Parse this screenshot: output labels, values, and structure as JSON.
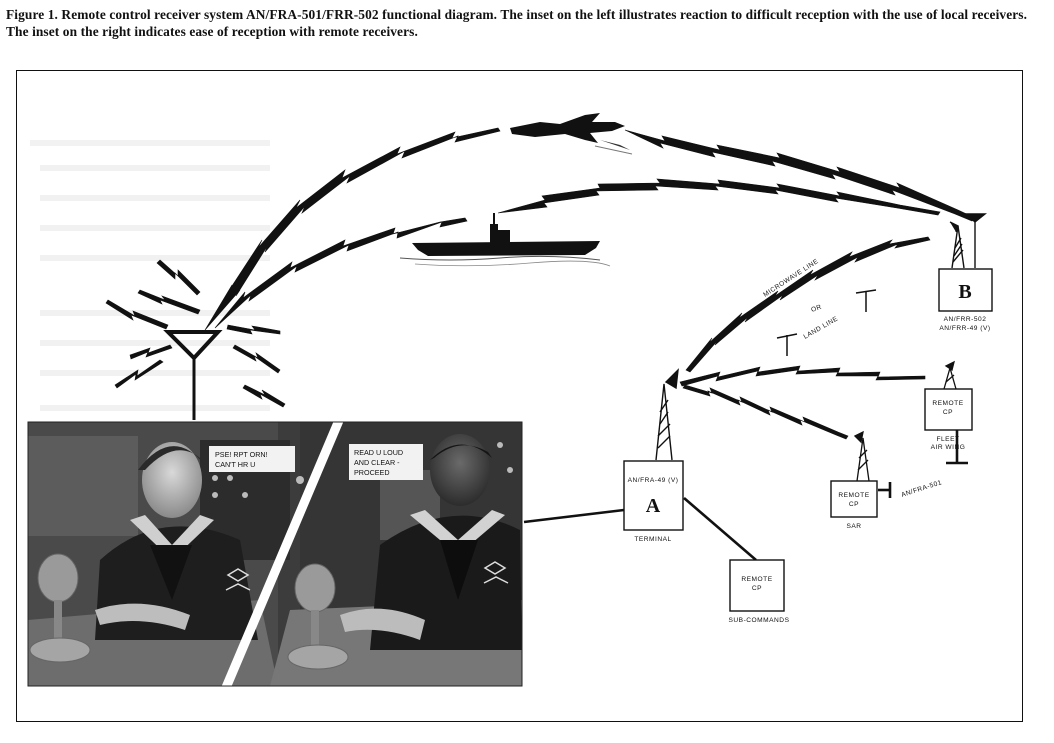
{
  "figure": {
    "caption": "Figure 1. Remote control receiver system AN/FRA-501/FRR-502 functional diagram. The inset on the left illustrates reaction to difficult reception with the use of local receivers. The inset on the right indicates ease of reception with remote receivers."
  },
  "diagram": {
    "station_a": {
      "letter": "A",
      "model": "AN/FRA-49 (V)",
      "caption": "TERMINAL"
    },
    "station_b": {
      "letter": "B",
      "model_line1": "AN/FRR-502",
      "model_line2": "AN/FRR-49 (V)"
    },
    "link_labels": {
      "microwave": "MICROWAVE LINE",
      "or": "OR",
      "land": "LAND LINE"
    },
    "cp_fleet": {
      "line1": "REMOTE",
      "line2": "CP",
      "caption_line1": "FLEET",
      "caption_line2": "AIR WING"
    },
    "cp_sar": {
      "line1": "REMOTE",
      "line2": "CP",
      "caption": "SAR",
      "link_label": "AN/FRA-501"
    },
    "cp_sub": {
      "line1": "REMOTE",
      "line2": "CP",
      "caption": "SUB-COMMANDS"
    }
  },
  "photo": {
    "left_card": {
      "line1": "PSE! RPT ORN!",
      "line2": "CAN'T HR U"
    },
    "right_card": {
      "line1": "READ U LOUD",
      "line2": "AND CLEAR -",
      "line3": "PROCEED"
    }
  },
  "icons": [
    "airplane-icon",
    "ship-icon",
    "antenna-icon",
    "lightning-bolt-icon",
    "radio-tower-icon",
    "microphone-icon"
  ]
}
